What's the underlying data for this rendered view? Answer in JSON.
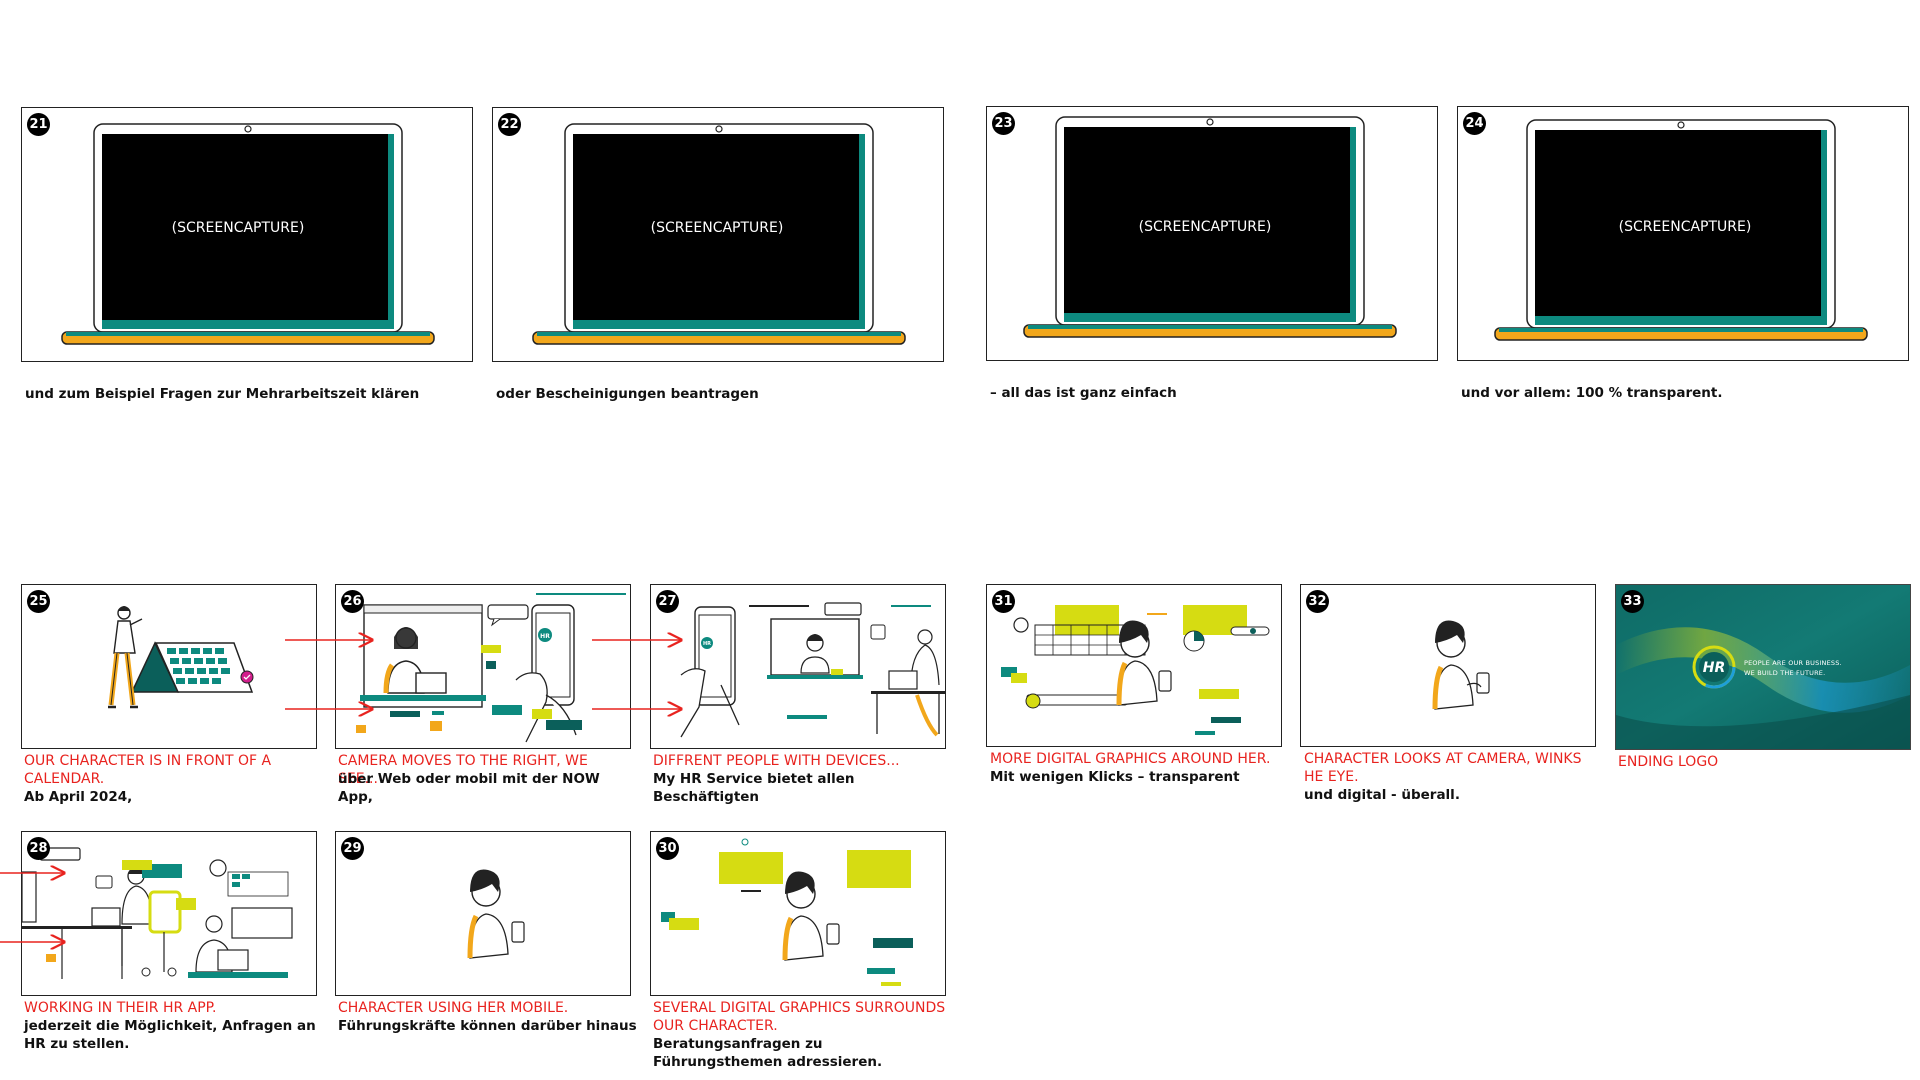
{
  "top_row": [
    {
      "num": "21",
      "screen_text": "(SCREENCAPTURE)",
      "caption": "und zum Beispiel Fragen zur Mehrarbeitszeit klären"
    },
    {
      "num": "22",
      "screen_text": "(SCREENCAPTURE)",
      "caption": "oder Bescheinigungen beantragen"
    },
    {
      "num": "23",
      "screen_text": "(SCREENCAPTURE)",
      "caption": "– all das ist ganz einfach"
    },
    {
      "num": "24",
      "screen_text": "(SCREENCAPTURE)",
      "caption": "und vor allem: 100 % transparent."
    }
  ],
  "frames": {
    "f25": {
      "num": "25",
      "direction": "OUR CHARACTER IS IN FRONT OF A CALENDAR.",
      "text": "Ab April 2024,"
    },
    "f26": {
      "num": "26",
      "direction": "CAMERA MOVES TO THE RIGHT, WE SEE...",
      "text": "über Web oder mobil mit der NOW App,"
    },
    "f27": {
      "num": "27",
      "direction": "DIFFRENT PEOPLE WITH DEVICES...",
      "text": "My HR Service bietet allen Beschäftigten"
    },
    "f28": {
      "num": "28",
      "direction": "WORKING IN THEIR HR APP.",
      "text": "jederzeit die Möglichkeit, Anfragen an HR zu stellen."
    },
    "f29": {
      "num": "29",
      "direction": "CHARACTER USING HER MOBILE.",
      "text": "Führungskräfte können darüber hinaus"
    },
    "f30": {
      "num": "30",
      "direction": "SEVERAL DIGITAL GRAPHICS SURROUNDS OUR CHARACTER.",
      "text": "Beratungsanfragen zu Führungsthemen adressieren."
    },
    "f31": {
      "num": "31",
      "direction": "MORE DIGITAL GRAPHICS AROUND HER.",
      "text": "Mit wenigen Klicks – transparent"
    },
    "f32": {
      "num": "32",
      "direction": "CHARACTER LOOKS AT CAMERA, WINKS HE EYE.",
      "text": "und digital - überall."
    },
    "f33": {
      "num": "33",
      "direction": "ENDING LOGO",
      "logo_text": "HR",
      "tagline_1": "PEOPLE ARE OUR BUSINESS.",
      "tagline_2": "WE BUILD THE FUTURE."
    }
  },
  "colors": {
    "teal": "#0d8a7f",
    "dark_teal": "#0b5f5a",
    "lime": "#d6dc12",
    "orange": "#f2a71b",
    "red": "#e8231f",
    "magenta": "#d21e8c"
  }
}
